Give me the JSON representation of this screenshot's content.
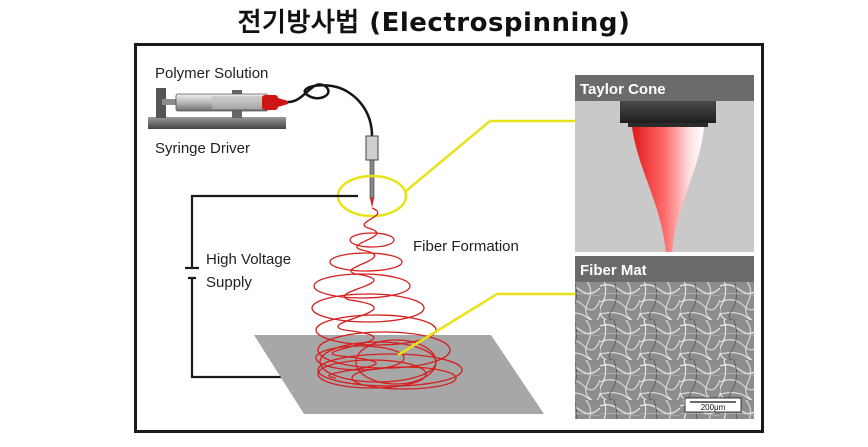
{
  "title": "전기방사법 (Electrospinning)",
  "labels": {
    "polymer_solution": "Polymer Solution",
    "syringe_driver": "Syringe Driver",
    "high_voltage_line1": "High Voltage",
    "high_voltage_line2": "Supply",
    "fiber_formation": "Fiber Formation"
  },
  "panels": {
    "taylor_cone": "Taylor Cone",
    "fiber_mat": "Fiber Mat",
    "scale_bar": "200μm"
  },
  "colors": {
    "fiber": "#d61f1f",
    "highlight": "#e8e21a",
    "panel_header": "#6b6b6b"
  }
}
